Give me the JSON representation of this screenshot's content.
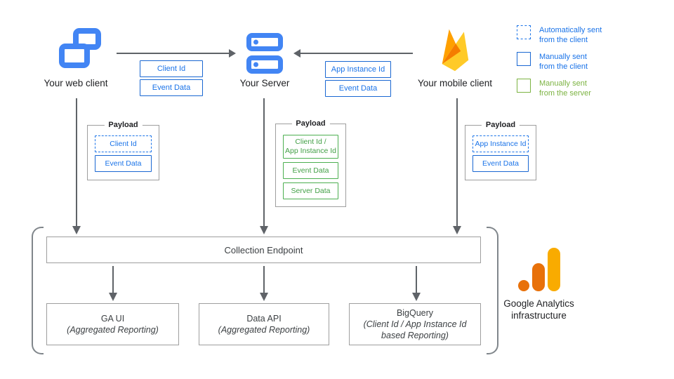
{
  "nodes": {
    "web_client": {
      "label": "Your web client"
    },
    "server": {
      "label": "Your Server"
    },
    "mobile_client": {
      "label": "Your mobile client"
    }
  },
  "edges": {
    "web_to_server": {
      "labels": [
        "Client Id",
        "Event Data"
      ]
    },
    "mobile_to_server": {
      "labels": [
        "App Instance Id",
        "Event Data"
      ]
    }
  },
  "legend": {
    "items": [
      {
        "style": "dashed-blue",
        "line1": "Automatically sent",
        "line2": "from the client"
      },
      {
        "style": "solid-blue",
        "line1": "Manually sent",
        "line2": "from the client"
      },
      {
        "style": "solid-green",
        "line1": "Manually sent",
        "line2": "from the server"
      }
    ]
  },
  "payloads": {
    "web": {
      "title": "Payload",
      "items": [
        {
          "style": "dashed-blue",
          "line1": "Client Id",
          "line2": ""
        },
        {
          "style": "solid-blue",
          "line1": "Event Data",
          "line2": ""
        }
      ]
    },
    "server": {
      "title": "Payload",
      "items": [
        {
          "style": "solid-green",
          "line1": "Client Id /",
          "line2": "App Instance Id"
        },
        {
          "style": "solid-green",
          "line1": "Event Data",
          "line2": ""
        },
        {
          "style": "solid-green",
          "line1": "Server Data",
          "line2": ""
        }
      ]
    },
    "mobile": {
      "title": "Payload",
      "items": [
        {
          "style": "dashed-blue",
          "line1": "App Instance Id",
          "line2": ""
        },
        {
          "style": "solid-blue",
          "line1": "Event Data",
          "line2": ""
        }
      ]
    }
  },
  "infrastructure": {
    "collection_endpoint": "Collection Endpoint",
    "outputs": [
      {
        "title": "GA UI",
        "subtitle": "(Aggregated Reporting)"
      },
      {
        "title": "Data API",
        "subtitle": "(Aggregated Reporting)"
      },
      {
        "title": "BigQuery",
        "subtitle": "(Client Id / App Instance Id based Reporting)"
      }
    ],
    "label_line1": "Google Analytics",
    "label_line2": "infrastructure"
  },
  "icons": {
    "web_client": "overlapping-windows-icon",
    "server": "server-stack-icon",
    "mobile_client": "firebase-flame-icon",
    "infrastructure": "google-analytics-logo"
  },
  "colors": {
    "blue": "#1A73E8",
    "blue_border": "#1967D2",
    "icon_blue": "#4285F4",
    "green": "#4CAF50",
    "green_text": "#43A047",
    "legend_green": "#7CB342",
    "arrow_gray": "#5F6368",
    "box_gray": "#9E9E9E",
    "bracket_gray": "#80868B",
    "firebase_yellow": "#FFCA28",
    "firebase_orange": "#FFA000",
    "firebase_dark": "#F57C00",
    "ga_orange": "#E8710A",
    "ga_amber": "#F9AB00"
  }
}
